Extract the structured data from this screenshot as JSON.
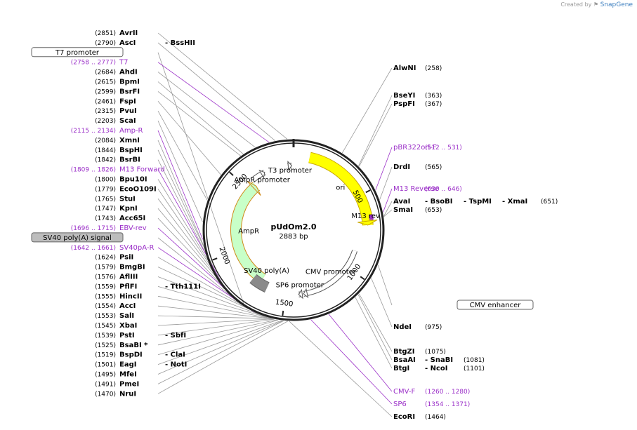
{
  "credit": {
    "prefix": "Created by",
    "brand": "SnapGene"
  },
  "plasmid": {
    "name": "pUdOm2.0",
    "size": "2883 bp",
    "length": 2883
  },
  "colors": {
    "site": "#000000",
    "primer": "#9b30c8",
    "outline": "#555555",
    "ori": "#ffff00",
    "ampr": "#c8ffc8",
    "ampr_edge": "#d08a1a"
  },
  "scale": [
    {
      "label": "500",
      "pos": 500
    },
    {
      "label": "1000",
      "pos": 1000
    },
    {
      "label": "1500",
      "pos": 1500
    },
    {
      "label": "2000",
      "pos": 2000
    },
    {
      "label": "2500",
      "pos": 2500
    }
  ],
  "features": [
    {
      "name": "ori",
      "type": "ori",
      "start": 100,
      "end": 690
    },
    {
      "name": "AmpR",
      "type": "cds",
      "start": 1700,
      "end": 2560
    },
    {
      "name": "AmpR promoter",
      "type": "promoter",
      "start": 2565,
      "end": 2670
    },
    {
      "name": "T3 promoter",
      "type": "promoter",
      "start": 2840,
      "end": 2870
    },
    {
      "name": "M13 rev",
      "type": "primer-bind",
      "start": 630,
      "end": 660
    },
    {
      "name": "CMV promoter",
      "type": "promoter",
      "start": 870,
      "end": 1370
    },
    {
      "name": "SP6 promoter",
      "type": "promoter",
      "start": 1380,
      "end": 1405
    },
    {
      "name": "SV40 poly(A)",
      "type": "misc",
      "start": 1640,
      "end": 1760
    }
  ],
  "labels": {
    "left": [
      {
        "coord": "(2851)",
        "name": "AvrII",
        "kind": "site"
      },
      {
        "coord": "(2790)",
        "name": "AscI",
        "extra": "BssHII",
        "kind": "site"
      },
      {
        "name": "T7 promoter",
        "kind": "box"
      },
      {
        "coord": "(2758 .. 2777)",
        "name": "T7",
        "kind": "primer"
      },
      {
        "coord": "(2684)",
        "name": "AhdI",
        "kind": "site"
      },
      {
        "coord": "(2615)",
        "name": "BpmI",
        "kind": "site"
      },
      {
        "coord": "(2599)",
        "name": "BsrFI",
        "kind": "site"
      },
      {
        "coord": "(2461)",
        "name": "FspI",
        "kind": "site"
      },
      {
        "coord": "(2315)",
        "name": "PvuI",
        "kind": "site"
      },
      {
        "coord": "(2203)",
        "name": "ScaI",
        "kind": "site"
      },
      {
        "coord": "(2115 .. 2134)",
        "name": "Amp-R",
        "kind": "primer"
      },
      {
        "coord": "(2084)",
        "name": "XmnI",
        "kind": "site"
      },
      {
        "coord": "(1844)",
        "name": "BspHI",
        "kind": "site"
      },
      {
        "coord": "(1842)",
        "name": "BsrBI",
        "kind": "site"
      },
      {
        "coord": "(1809 .. 1826)",
        "name": "M13 Forward",
        "kind": "primer"
      },
      {
        "coord": "(1800)",
        "name": "Bpu10I",
        "kind": "site"
      },
      {
        "coord": "(1779)",
        "name": "EcoO109I",
        "kind": "site"
      },
      {
        "coord": "(1765)",
        "name": "StuI",
        "kind": "site"
      },
      {
        "coord": "(1747)",
        "name": "KpnI",
        "kind": "site"
      },
      {
        "coord": "(1743)",
        "name": "Acc65I",
        "kind": "site"
      },
      {
        "coord": "(1696 .. 1715)",
        "name": "EBV-rev",
        "kind": "primer"
      },
      {
        "name": "SV40 poly(A) signal",
        "kind": "graybox"
      },
      {
        "coord": "(1642 .. 1661)",
        "name": "SV40pA-R",
        "kind": "primer"
      },
      {
        "coord": "(1624)",
        "name": "PsiI",
        "kind": "site"
      },
      {
        "coord": "(1579)",
        "name": "BmgBI",
        "kind": "site"
      },
      {
        "coord": "(1576)",
        "name": "AflIII",
        "kind": "site"
      },
      {
        "coord": "(1559)",
        "name": "PflFI",
        "extra": "Tth111I",
        "kind": "site"
      },
      {
        "coord": "(1555)",
        "name": "HincII",
        "kind": "site"
      },
      {
        "coord": "(1554)",
        "name": "AccI",
        "kind": "site"
      },
      {
        "coord": "(1553)",
        "name": "SalI",
        "kind": "site"
      },
      {
        "coord": "(1545)",
        "name": "XbaI",
        "kind": "site"
      },
      {
        "coord": "(1539)",
        "name": "PstI",
        "extra": "SbfI",
        "kind": "site"
      },
      {
        "coord": "(1525)",
        "name": "BsaBI *",
        "kind": "site"
      },
      {
        "coord": "(1519)",
        "name": "BspDI",
        "extra": "ClaI",
        "kind": "site"
      },
      {
        "coord": "(1501)",
        "name": "EagI",
        "extra": "NotI",
        "kind": "site"
      },
      {
        "coord": "(1495)",
        "name": "MfeI",
        "kind": "site"
      },
      {
        "coord": "(1491)",
        "name": "PmeI",
        "kind": "site"
      },
      {
        "coord": "(1470)",
        "name": "NruI",
        "kind": "site"
      }
    ],
    "right": [
      {
        "name": "AlwNI",
        "coord": "(258)",
        "kind": "site"
      },
      {
        "name": "BseYI",
        "coord": "(363)",
        "kind": "site"
      },
      {
        "name": "PspFI",
        "coord": "(367)",
        "kind": "site"
      },
      {
        "name": "pBR322ori-F",
        "coord": "(512 .. 531)",
        "kind": "primer"
      },
      {
        "name": "DrdI",
        "coord": "(565)",
        "kind": "site"
      },
      {
        "name": "M13 Reverse",
        "coord": "(630 .. 646)",
        "kind": "primer"
      },
      {
        "name": "AvaI",
        "extra": [
          "BsoBI",
          "TspMI",
          "XmaI"
        ],
        "coord": "(651)",
        "kind": "site"
      },
      {
        "name": "SmaI",
        "coord": "(653)",
        "kind": "site"
      },
      {
        "name": "CMV enhancer",
        "kind": "box"
      },
      {
        "name": "NdeI",
        "coord": "(975)",
        "kind": "site"
      },
      {
        "name": "BtgZI",
        "coord": "(1075)",
        "kind": "site"
      },
      {
        "name": "BsaAI",
        "extra": [
          "SnaBI"
        ],
        "coord": "(1081)",
        "kind": "site"
      },
      {
        "name": "BtgI",
        "extra": [
          "NcoI"
        ],
        "coord": "(1101)",
        "kind": "site"
      },
      {
        "name": "CMV-F",
        "coord": "(1260 .. 1280)",
        "kind": "primer"
      },
      {
        "name": "SP6",
        "coord": "(1354 .. 1371)",
        "kind": "primer"
      },
      {
        "name": "EcoRI",
        "coord": "(1464)",
        "kind": "site"
      }
    ]
  }
}
